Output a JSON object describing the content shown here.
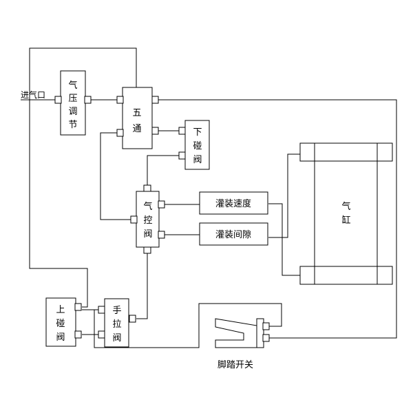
{
  "inlet_label": "进气口",
  "pressure_regulator": [
    "气",
    "压",
    "调",
    "节"
  ],
  "five_way": [
    "五",
    "通"
  ],
  "lower_valve": [
    "下",
    "碰",
    "阀"
  ],
  "air_control_valve": [
    "气",
    "控",
    "阀"
  ],
  "fill_speed": "灌装速度",
  "fill_gap": "灌装间隙",
  "cylinder": [
    "气",
    "缸"
  ],
  "upper_valve": [
    "上",
    "碰",
    "阀"
  ],
  "manual_valve": [
    "手",
    "拉",
    "阀"
  ],
  "foot_switch": "脚踏开关"
}
